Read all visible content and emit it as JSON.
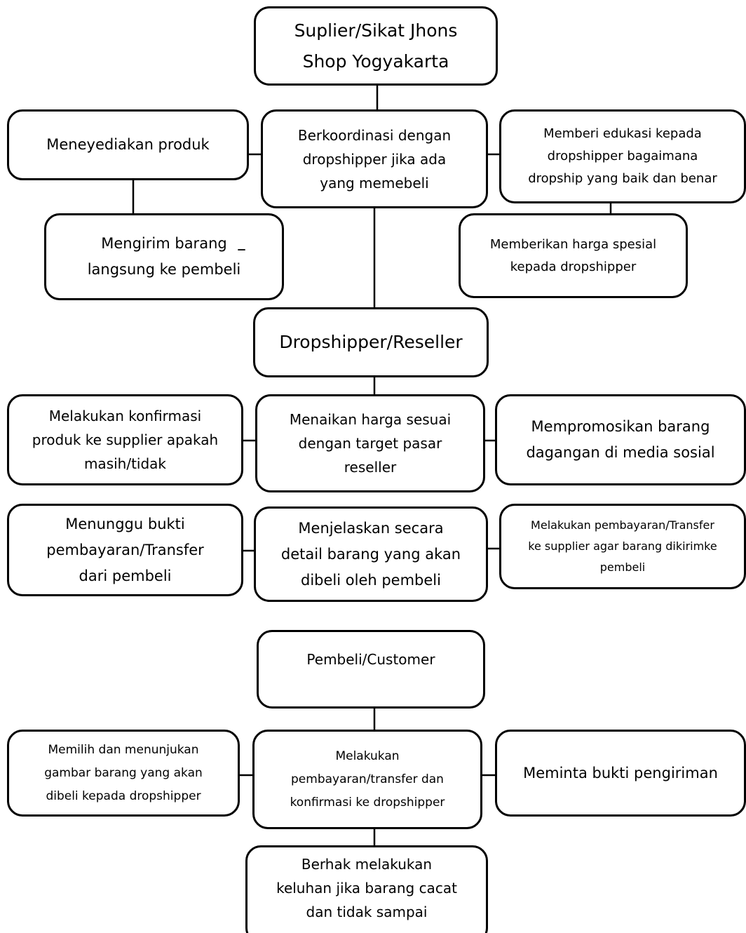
{
  "nodes": {
    "supplier": "Suplier/Sikat Jhons\nShop Yogyakarta",
    "menyediakan": "Meneyediakan produk",
    "koordinasi": "Berkoordinasi dengan\ndropshipper jika ada\nyang memebeli",
    "edukasi": "Memberi edukasi kepada\ndropshipper bagaimana\ndropship yang baik dan benar",
    "mengirim": "Mengirim barang\nlangsung ke pembeli",
    "harga_spesial": "Memberikan harga spesial\nkepada dropshipper",
    "dropshipper": "Dropshipper/Reseller",
    "konfirmasi": "Melakukan konfirmasi\nproduk ke supplier apakah\nmasih/tidak",
    "menaikan": "Menaikan harga sesuai\ndengan target pasar\nreseller",
    "promosi": "Mempromosikan barang\ndagangan di media sosial",
    "menunggu": "Menunggu bukti\npembayaran/Transfer\ndari pembeli",
    "menjelaskan": "Menjelaskan secara\ndetail barang yang akan\ndibeli oleh pembeli",
    "bayar_supplier": "Melakukan pembayaran/Transfer\nke supplier agar barang dikirimke\npembeli",
    "pembeli": "Pembeli/Customer",
    "memilih": "Memilih dan menunjukan\ngambar barang yang akan\ndibeli kepada dropshipper",
    "bayar_dropshipper": "Melakukan\npembayaran/transfer dan\nkonfirmasi ke dropshipper",
    "bukti_kirim": "Meminta bukti pengiriman",
    "keluhan": "Berhak melakukan\nkeluhan jika barang cacat\ndan tidak sampai"
  },
  "annotations": {
    "dash": "–"
  }
}
